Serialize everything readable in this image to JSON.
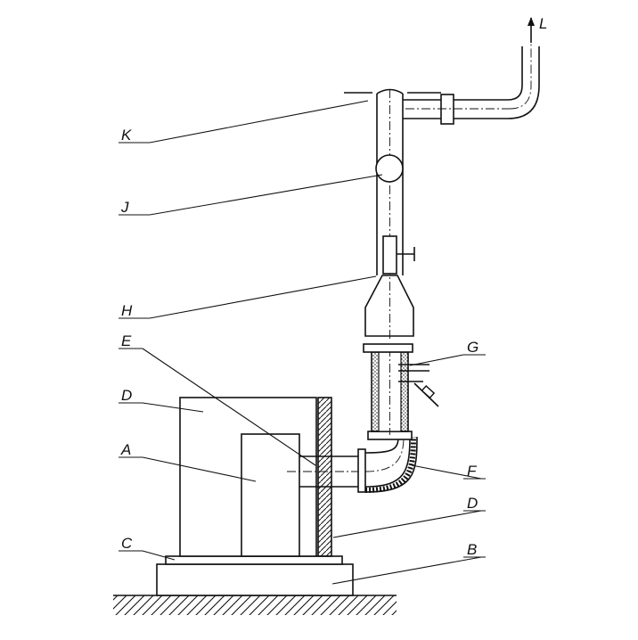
{
  "labels": {
    "A": "A",
    "B": "B",
    "C": "C",
    "D_upper": "D",
    "D_lower": "D",
    "E": "E",
    "F": "F",
    "G": "G",
    "H": "H",
    "J": "J",
    "K": "K",
    "L": "L"
  }
}
